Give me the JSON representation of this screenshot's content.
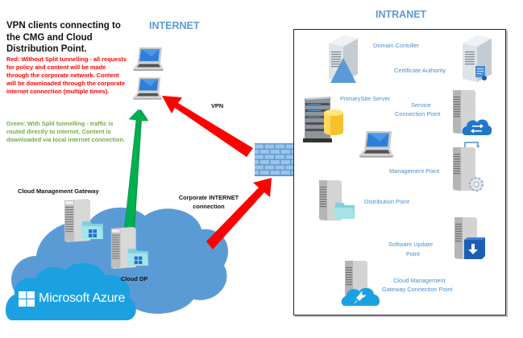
{
  "intro": {
    "title": "VPN clients connecting to the CMG and Cloud Distribution Point.",
    "red_note": "Red: Without Split tunnelling - all requests for policy and content will be made through the corporate network. Content will be downloaded through the corporate internet connection (multiple times).",
    "green_note": "Green: With Split tunnelling - traffic is routed directly to internet. Content is downloaded via local internet connection."
  },
  "zones": {
    "internet": "INTERNET",
    "intranet": "INTRANET"
  },
  "cloud": {
    "cmg_label": "Cloud Management Gateway",
    "cloud_dp_label": "Cloud DP",
    "azure_label": "Microsoft Azure"
  },
  "links": {
    "vpn_label": "VPN",
    "corp_internet_label_line1": "Corporate INTERNET",
    "corp_internet_label_line2": "connection"
  },
  "intranet": {
    "domain_controller": "Domain Contoller",
    "certificate_authority": "Certificate Authority",
    "primary_site_server": "PrimarySite Server",
    "service_connection_point_line1": "Service",
    "service_connection_point_line2": "Connection Point",
    "management_point": "Management Point",
    "distribution_point": "Distribution Point",
    "software_update_point_line1": "Software Update",
    "software_update_point_line2": "Point",
    "cmg_connection_point_line1": "Cloud Management",
    "cmg_connection_point_line2": "Gateway Connection Point"
  },
  "colors": {
    "without_split": "#ff0000",
    "with_split": "#00b050",
    "zone_title": "#5b9bd5",
    "cloud_back": "#5b9bd5",
    "azure_cloud": "#1ba1e2",
    "label_blue": "#4a8ed0"
  }
}
